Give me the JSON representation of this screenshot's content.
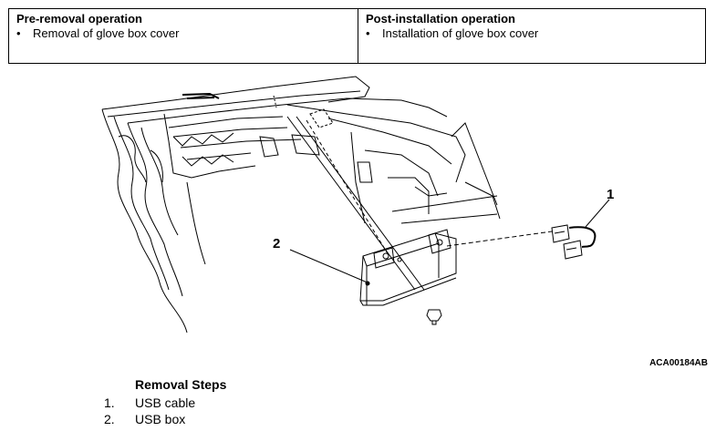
{
  "operations": {
    "pre": {
      "heading": "Pre-removal operation",
      "items": [
        "Removal of glove box cover"
      ]
    },
    "post": {
      "heading": "Post-installation operation",
      "items": [
        "Installation of glove box cover"
      ]
    }
  },
  "figure": {
    "callouts": [
      "1",
      "2"
    ],
    "code": "ACA00184AB"
  },
  "removal_steps": {
    "title": "Removal Steps",
    "steps": [
      {
        "num": "1.",
        "label": "USB cable"
      },
      {
        "num": "2.",
        "label": "USB box"
      }
    ]
  }
}
